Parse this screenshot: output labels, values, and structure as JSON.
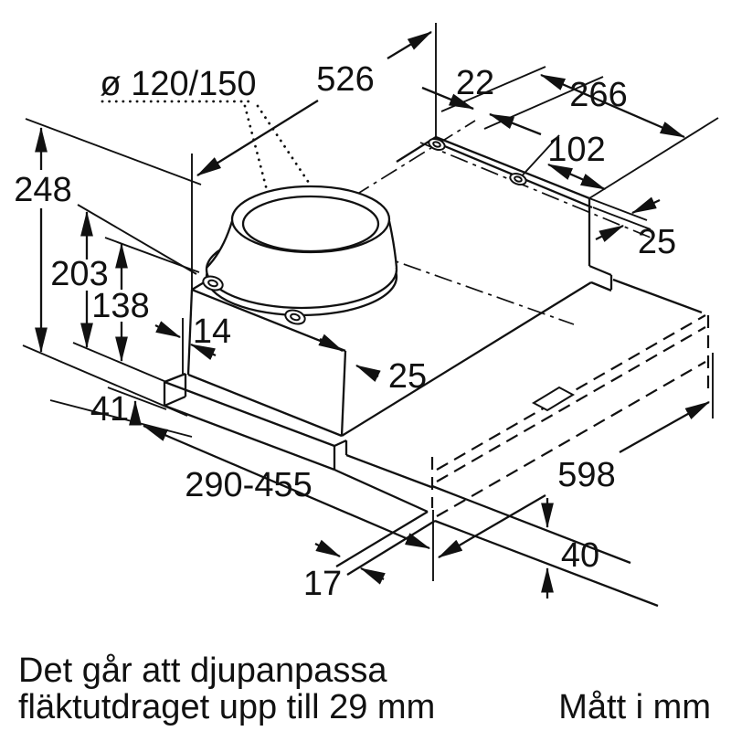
{
  "drawing": {
    "labels": {
      "duct_diameter": "ø 120/150",
      "width_526": "526",
      "offset_22": "22",
      "depth_266": "266",
      "hole_spacing_102": "102",
      "flange_25": "25",
      "height_248": "248",
      "height_203": "203",
      "height_138": "138",
      "offset_14": "14",
      "recess_25": "25",
      "trim_41": "41",
      "depth_range_290_455": "290-455",
      "front_width_598": "598",
      "front_height_40": "40",
      "gap_17": "17"
    },
    "notes": {
      "line1": "Det går att djupanpassa",
      "line2": "fläktutdraget upp till 29 mm",
      "units": "Mått i mm"
    },
    "colors": {
      "line": "#111111",
      "background": "#ffffff"
    }
  }
}
